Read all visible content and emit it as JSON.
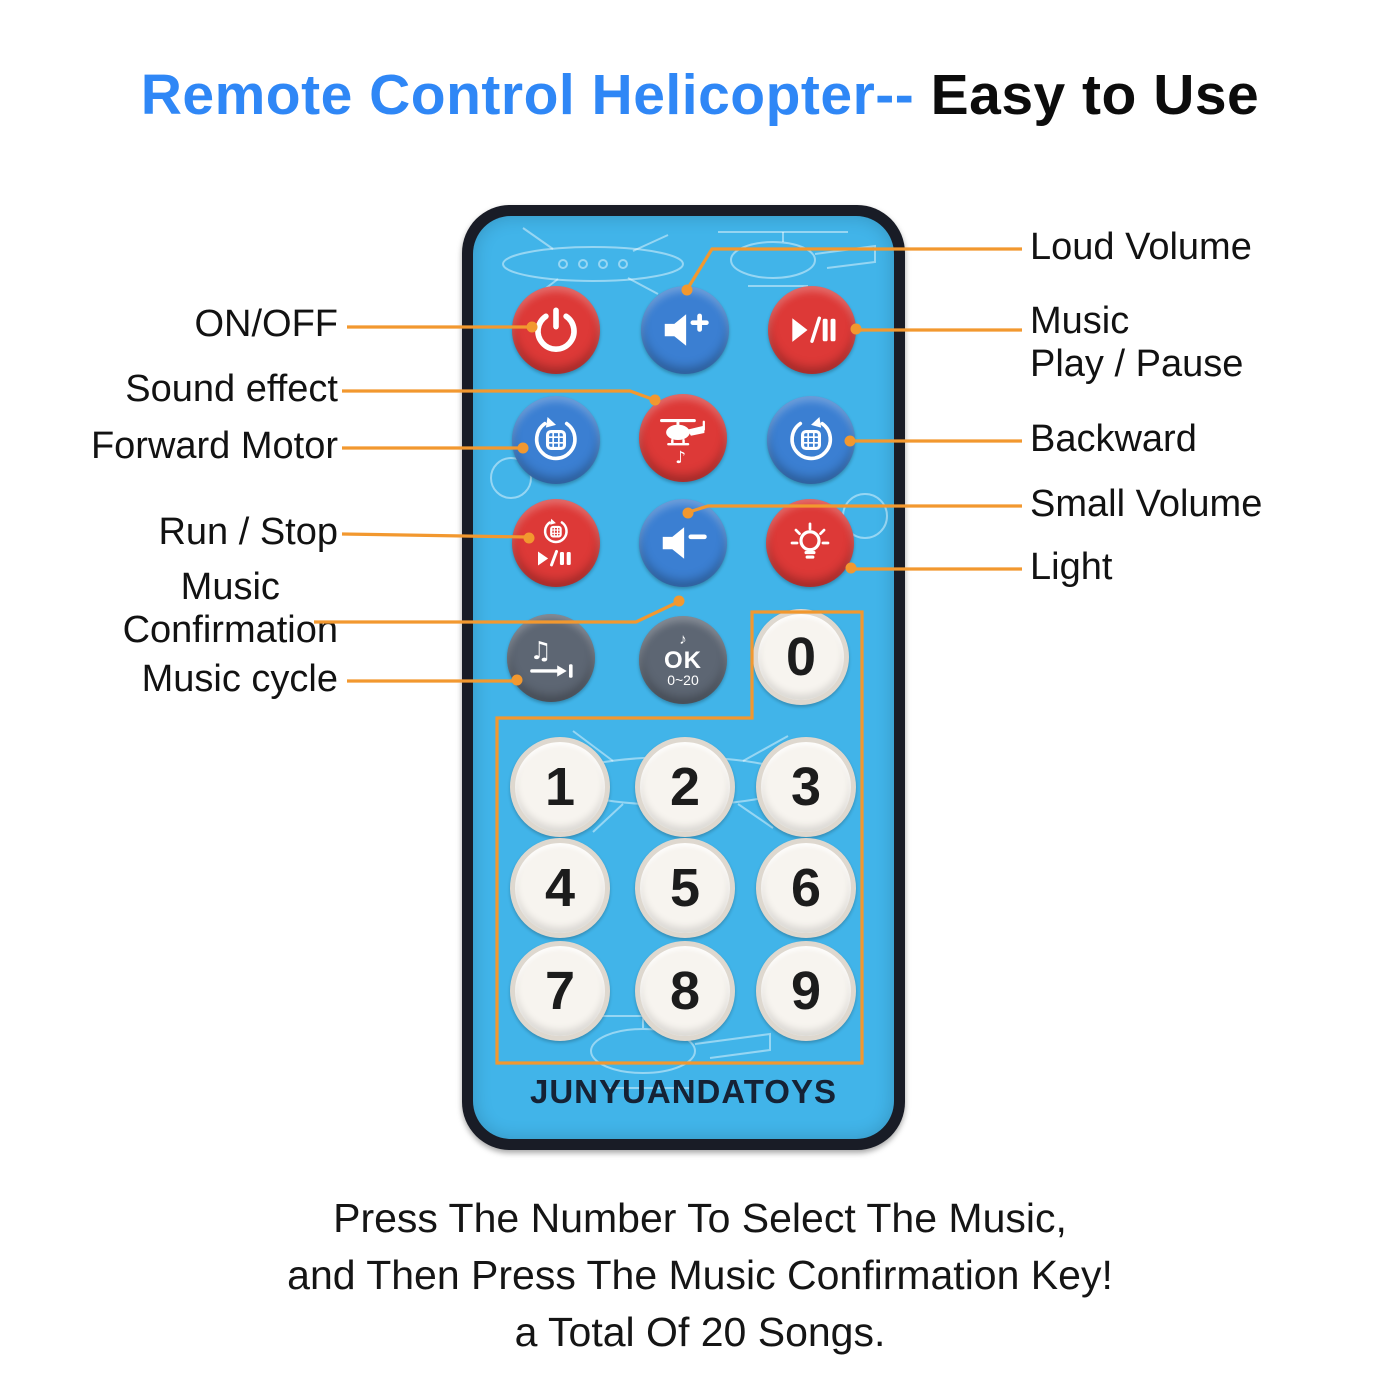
{
  "title": {
    "highlight": "Remote Control Helicopter--",
    "rest": " Easy to Use"
  },
  "annotations": {
    "left": [
      {
        "label": "ON/OFF"
      },
      {
        "label": "Sound effect"
      },
      {
        "label": "Forward Motor"
      },
      {
        "label": "Run / Stop"
      },
      {
        "line1": "Music",
        "line2": "Confirmation"
      },
      {
        "label": "Music cycle"
      }
    ],
    "right": [
      {
        "label": "Loud Volume"
      },
      {
        "line1": "Music",
        "line2": "Play / Pause"
      },
      {
        "label": "Backward"
      },
      {
        "label": "Small Volume"
      },
      {
        "label": "Light"
      }
    ]
  },
  "remote": {
    "brand": "JUNYUANDATOYS",
    "ok_button": {
      "note": "♪",
      "label": "OK",
      "range": "0~20"
    },
    "digits": [
      "0",
      "1",
      "2",
      "3",
      "4",
      "5",
      "6",
      "7",
      "8",
      "9"
    ],
    "icons": {
      "power": "power-symbol",
      "volume_up": "speaker-plus",
      "play_pause": "play-slash-pause",
      "forward_motor": "rotate-arrow-motor",
      "sound_effect": "helicopter-music-note",
      "backward": "rotate-arrow-motor-mirrored",
      "run_stop": "motor-over-play-pause",
      "volume_down": "speaker-minus",
      "light": "light-bulb",
      "music_cycle": "music-notes-skip-arrow"
    }
  },
  "footer": {
    "line1": "Press The Number To Select The Music,",
    "line2": "and Then Press The Music Confirmation Key!",
    "line3": "a Total Of 20 Songs."
  },
  "colors": {
    "title_blue": "#2F87F6",
    "accent_orange": "#F2982F",
    "remote_blue": "#41B4E9",
    "bezel_dark": "#191C26",
    "button_red": "#DD3937",
    "button_blue": "#3B7FD2",
    "button_gray": "#5D6673",
    "number_button_white": "#F7F4EF"
  }
}
